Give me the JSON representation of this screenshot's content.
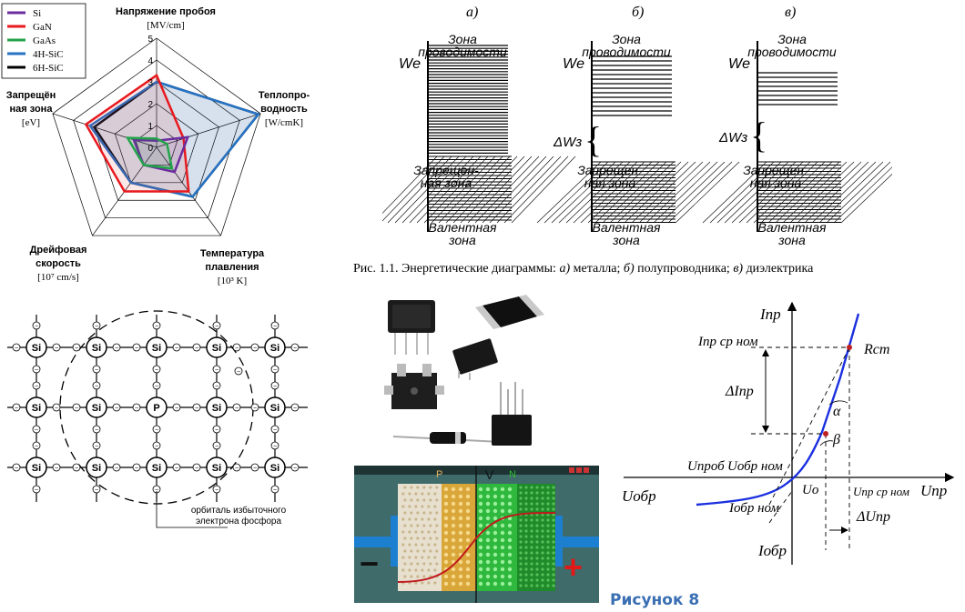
{
  "radar": {
    "legend": [
      "Si",
      "GaN",
      "GaAs",
      "4H-SiC",
      "6H-SiC"
    ],
    "legend_colors": [
      "#6a2c9e",
      "#e8191e",
      "#23a34a",
      "#2673c4",
      "#000000"
    ],
    "axes": [
      {
        "name": "Напряжение пробоя",
        "unit": "[MV/cm]"
      },
      {
        "name": "Теплопро-\nводность",
        "unit": "[W/cmK]"
      },
      {
        "name": "Температура\nплавления",
        "unit": "[10³ K]"
      },
      {
        "name": "Дрейфовая\nскорость",
        "unit": "[10⁷ cm/s]"
      },
      {
        "name": "Запрещён\nная зона",
        "unit": "[eV]"
      }
    ],
    "scale_ticks": [
      "0",
      "1",
      "2",
      "3",
      "4",
      "5"
    ],
    "max": 5,
    "series": [
      {
        "name": "Si",
        "values": [
          0.3,
          1.5,
          1.4,
          1.0,
          1.1
        ]
      },
      {
        "name": "GaN",
        "values": [
          3.3,
          1.3,
          2.5,
          2.5,
          3.4
        ]
      },
      {
        "name": "GaAs",
        "values": [
          0.4,
          0.5,
          1.2,
          1.0,
          1.4
        ]
      },
      {
        "name": "4H-SiC",
        "values": [
          3.0,
          4.9,
          2.8,
          2.0,
          3.2
        ]
      },
      {
        "name": "6H-SiC",
        "values": [
          3.0,
          4.9,
          2.8,
          2.0,
          3.0
        ]
      }
    ]
  },
  "energy": {
    "labels": [
      "а)",
      "б)",
      "в)"
    ],
    "zone_cond": "Зона\nпроводимости",
    "we": "Wе",
    "dw": "ΔWз",
    "forbidden": "Запрещен-\nная зона",
    "valence": "Валентная\nзона",
    "caption_prefix": "Рис. 1.1. Энергетические диаграммы: ",
    "cap_a": "а)",
    "cap_a_text": " металла; ",
    "cap_b": "б)",
    "cap_b_text": " полупроводника; ",
    "cap_c": "в)",
    "cap_c_text": " диэлектрика"
  },
  "lattice": {
    "atom": "Si",
    "dopant": "P",
    "electron": "−",
    "note": "орбиталь избыточного\nэлектрона фосфора"
  },
  "pn": {
    "p": "P",
    "v": "V",
    "n": "N",
    "minus": "−",
    "plus": "+"
  },
  "iv": {
    "i_pr": "Iпр",
    "i_pr_sr_nom": "Iпр ср ном",
    "r_st": "Rст",
    "delta_i": "ΔIпр",
    "alpha": "α",
    "beta": "β",
    "u_prob": "Uпроб",
    "u_obr_nom": "Uобр ном",
    "u_obr": "Uобр",
    "u_o": "Uо",
    "u_pr_sr_nom": "Uпр ср ном",
    "u_pr": "Uпр",
    "i_obr_nom": "Iобр ном",
    "delta_u": "ΔUпр",
    "i_obr": "Iобр"
  },
  "figure_label": "Рисунок 8"
}
